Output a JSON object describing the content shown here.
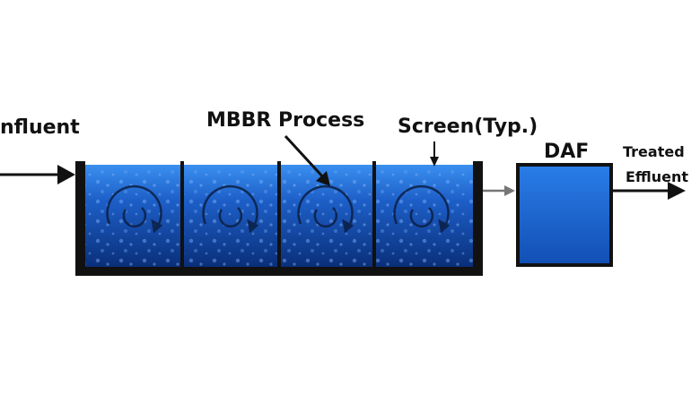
{
  "labels": {
    "influent": "nfluent",
    "process": "MBBR Process",
    "screen": "Screen(Typ.)",
    "daf": "DAF",
    "treated_line1": "Treated",
    "treated_line2": "Effluent"
  },
  "colors": {
    "water_light": "#2f86e8",
    "water_dark": "#0a2f7a",
    "tank_wall": "#111111",
    "daf_fill": "#1f6fe0",
    "arrow": "#111111",
    "connector": "#777777"
  },
  "icons": {
    "rotation": "circular-flow-arrow-icon"
  }
}
